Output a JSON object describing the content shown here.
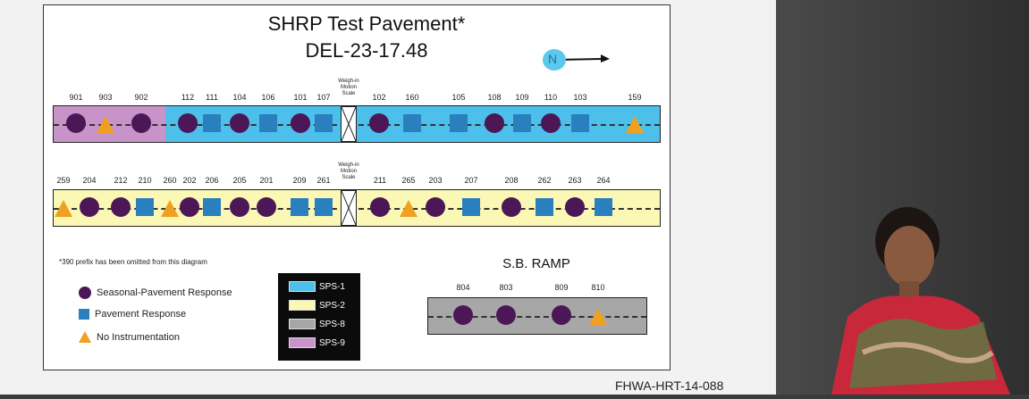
{
  "slide": {
    "title": "SHRP Test Pavement*",
    "subtitle": "DEL-23-17.48",
    "north_symbol": "N",
    "footnote": "*390 prefix has been omitted from this diagram",
    "credit": "FHWA-HRT-14-088"
  },
  "weigh_in_motion_label": "Weigh-in Motion Scale",
  "lane1": {
    "segments": [
      {
        "sps": "SPS-9",
        "color": "#c893c9"
      },
      {
        "sps": "SPS-1",
        "color": "#4cc0ea"
      }
    ],
    "sections": [
      {
        "id": "901",
        "type": "circle"
      },
      {
        "id": "903",
        "type": "triangle"
      },
      {
        "id": "902",
        "type": "circle"
      },
      {
        "id": "112",
        "type": "circle"
      },
      {
        "id": "111",
        "type": "square"
      },
      {
        "id": "104",
        "type": "circle"
      },
      {
        "id": "106",
        "type": "square"
      },
      {
        "id": "101",
        "type": "circle"
      },
      {
        "id": "107",
        "type": "square"
      },
      {
        "id": "102",
        "type": "circle"
      },
      {
        "id": "160",
        "type": "square"
      },
      {
        "id": "105",
        "type": "square"
      },
      {
        "id": "108",
        "type": "circle"
      },
      {
        "id": "109",
        "type": "square"
      },
      {
        "id": "110",
        "type": "circle"
      },
      {
        "id": "103",
        "type": "square"
      },
      {
        "id": "159",
        "type": "triangle"
      }
    ]
  },
  "lane2": {
    "sps": "SPS-2",
    "color": "#fbf7b5",
    "sections": [
      {
        "id": "259",
        "type": "triangle"
      },
      {
        "id": "204",
        "type": "circle"
      },
      {
        "id": "212",
        "type": "circle"
      },
      {
        "id": "210",
        "type": "square"
      },
      {
        "id": "260",
        "type": "triangle"
      },
      {
        "id": "202",
        "type": "circle"
      },
      {
        "id": "206",
        "type": "square"
      },
      {
        "id": "205",
        "type": "circle"
      },
      {
        "id": "201",
        "type": "circle"
      },
      {
        "id": "209",
        "type": "square"
      },
      {
        "id": "261",
        "type": "square"
      },
      {
        "id": "211",
        "type": "circle"
      },
      {
        "id": "265",
        "type": "triangle"
      },
      {
        "id": "203",
        "type": "circle"
      },
      {
        "id": "207",
        "type": "square"
      },
      {
        "id": "208",
        "type": "circle"
      },
      {
        "id": "262",
        "type": "square"
      },
      {
        "id": "263",
        "type": "circle"
      },
      {
        "id": "264",
        "type": "square"
      }
    ]
  },
  "ramp": {
    "title": "S.B. RAMP",
    "sps": "SPS-8",
    "color": "#a7a7a7",
    "sections": [
      {
        "id": "804",
        "type": "circle"
      },
      {
        "id": "803",
        "type": "circle"
      },
      {
        "id": "809",
        "type": "circle"
      },
      {
        "id": "810",
        "type": "triangle"
      }
    ]
  },
  "legend": {
    "symbols": [
      {
        "type": "circle",
        "label": "Seasonal-Pavement Response"
      },
      {
        "type": "square",
        "label": "Pavement Response"
      },
      {
        "type": "triangle",
        "label": "No Instrumentation"
      }
    ],
    "sps": [
      {
        "label": "SPS-1",
        "color": "#4cc0ea"
      },
      {
        "label": "SPS-2",
        "color": "#fbf7b5"
      },
      {
        "label": "SPS-8",
        "color": "#a7a7a7"
      },
      {
        "label": "SPS-9",
        "color": "#c893c9"
      }
    ]
  },
  "colors": {
    "circle": "#4b1756",
    "square": "#2a7fbf",
    "triangle": "#f0a020",
    "north_badge": "#5cc8ee"
  }
}
